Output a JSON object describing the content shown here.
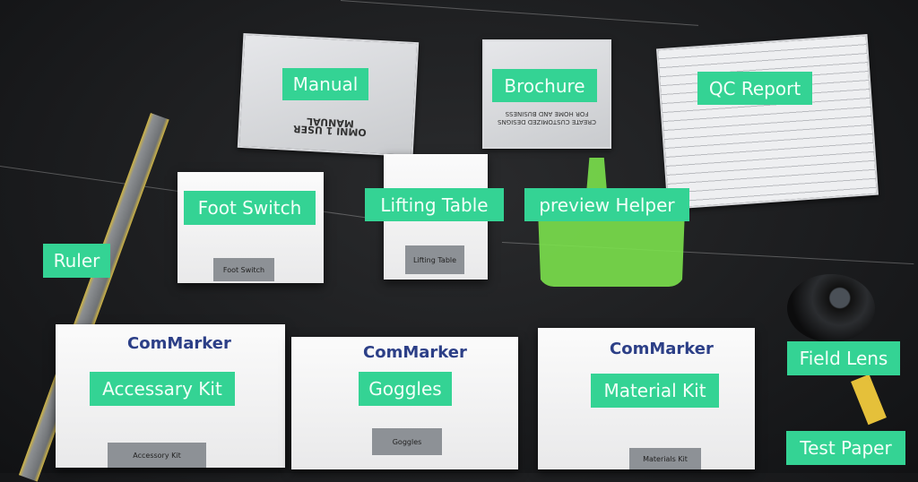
{
  "labels": {
    "manual": "Manual",
    "brochure": "Brochure",
    "qc_report": "QC Report",
    "foot_switch": "Foot Switch",
    "lifting_table": "Lifting Table",
    "preview_helper": "preview Helper",
    "ruler": "Ruler",
    "accessary_kit": "Accessary Kit",
    "goggles": "Goggles",
    "material_kit": "Material Kit",
    "field_lens": "Field Lens",
    "test_paper": "Test Paper"
  },
  "printed": {
    "manual_title": "OMNI 1 USER MANUAL",
    "brochure_text": "CREATE CUSTOMIZED DESIGNS FOR HOME AND BUSINESS",
    "foot_switch_tag": "Foot Switch",
    "lifting_table_tag": "Lifting Table",
    "accessory_tag": "Accessory Kit",
    "goggles_tag": "Goggles",
    "materials_tag": "Materials Kit",
    "box_logo": "ComMarker"
  },
  "colors": {
    "label_bg": "#34d394",
    "label_text": "#f2fff8"
  }
}
